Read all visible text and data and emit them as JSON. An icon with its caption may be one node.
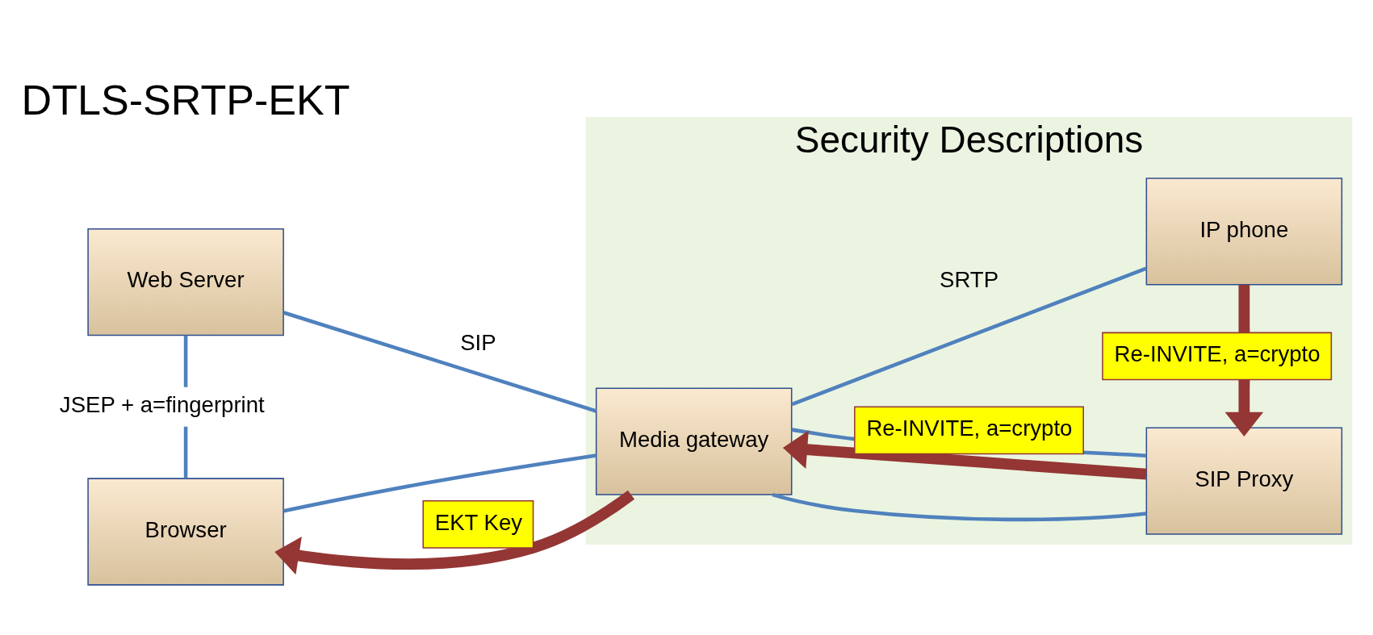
{
  "diagram": {
    "nodes": [
      {
        "text": [
          "Web Server"
        ]
      },
      {
        "text": [
          "Browser"
        ]
      },
      {
        "text": [
          "Security Descriptions"
        ]
      },
      {
        "text": [
          "Media gateway"
        ],
        "in": 2
      },
      {
        "text": [
          "SIP Proxy"
        ],
        "in": 2
      },
      {
        "text": [
          "IP phone"
        ],
        "in": 2
      }
    ],
    "edges": [
      {
        "from": 0,
        "to": 3,
        "arrow": "none",
        "label": "SIP"
      },
      {
        "from": 0,
        "to": 1,
        "arrow": "none",
        "label": "JSEP + a=fingerprint"
      },
      {
        "from": 1,
        "to": 3,
        "arrow": "none"
      },
      {
        "from": 3,
        "to": 4,
        "arrow": "none"
      },
      {
        "from": 3,
        "to": 4,
        "arrow": "none"
      },
      {
        "from": 3,
        "to": 5,
        "arrow": "none",
        "label": "SRTP"
      },
      {
        "from": 4,
        "to": 5,
        "arrow": "none"
      },
      {
        "from": 5,
        "to": 4,
        "arrow": "to",
        "label": "Re-INVITE, a=crypto",
        "style": "thick",
        "color": "#943634"
      },
      {
        "from": 4,
        "to": 3,
        "arrow": "to",
        "label": "Re-INVITE, a=crypto",
        "style": "thick",
        "color": "#943634"
      },
      {
        "from": 3,
        "to": 1,
        "arrow": "to",
        "label": "EKT Key",
        "style": "thick",
        "color": "#943634"
      }
    ],
    "labels": [
      "DTLS-SRTP-EKT"
    ]
  }
}
